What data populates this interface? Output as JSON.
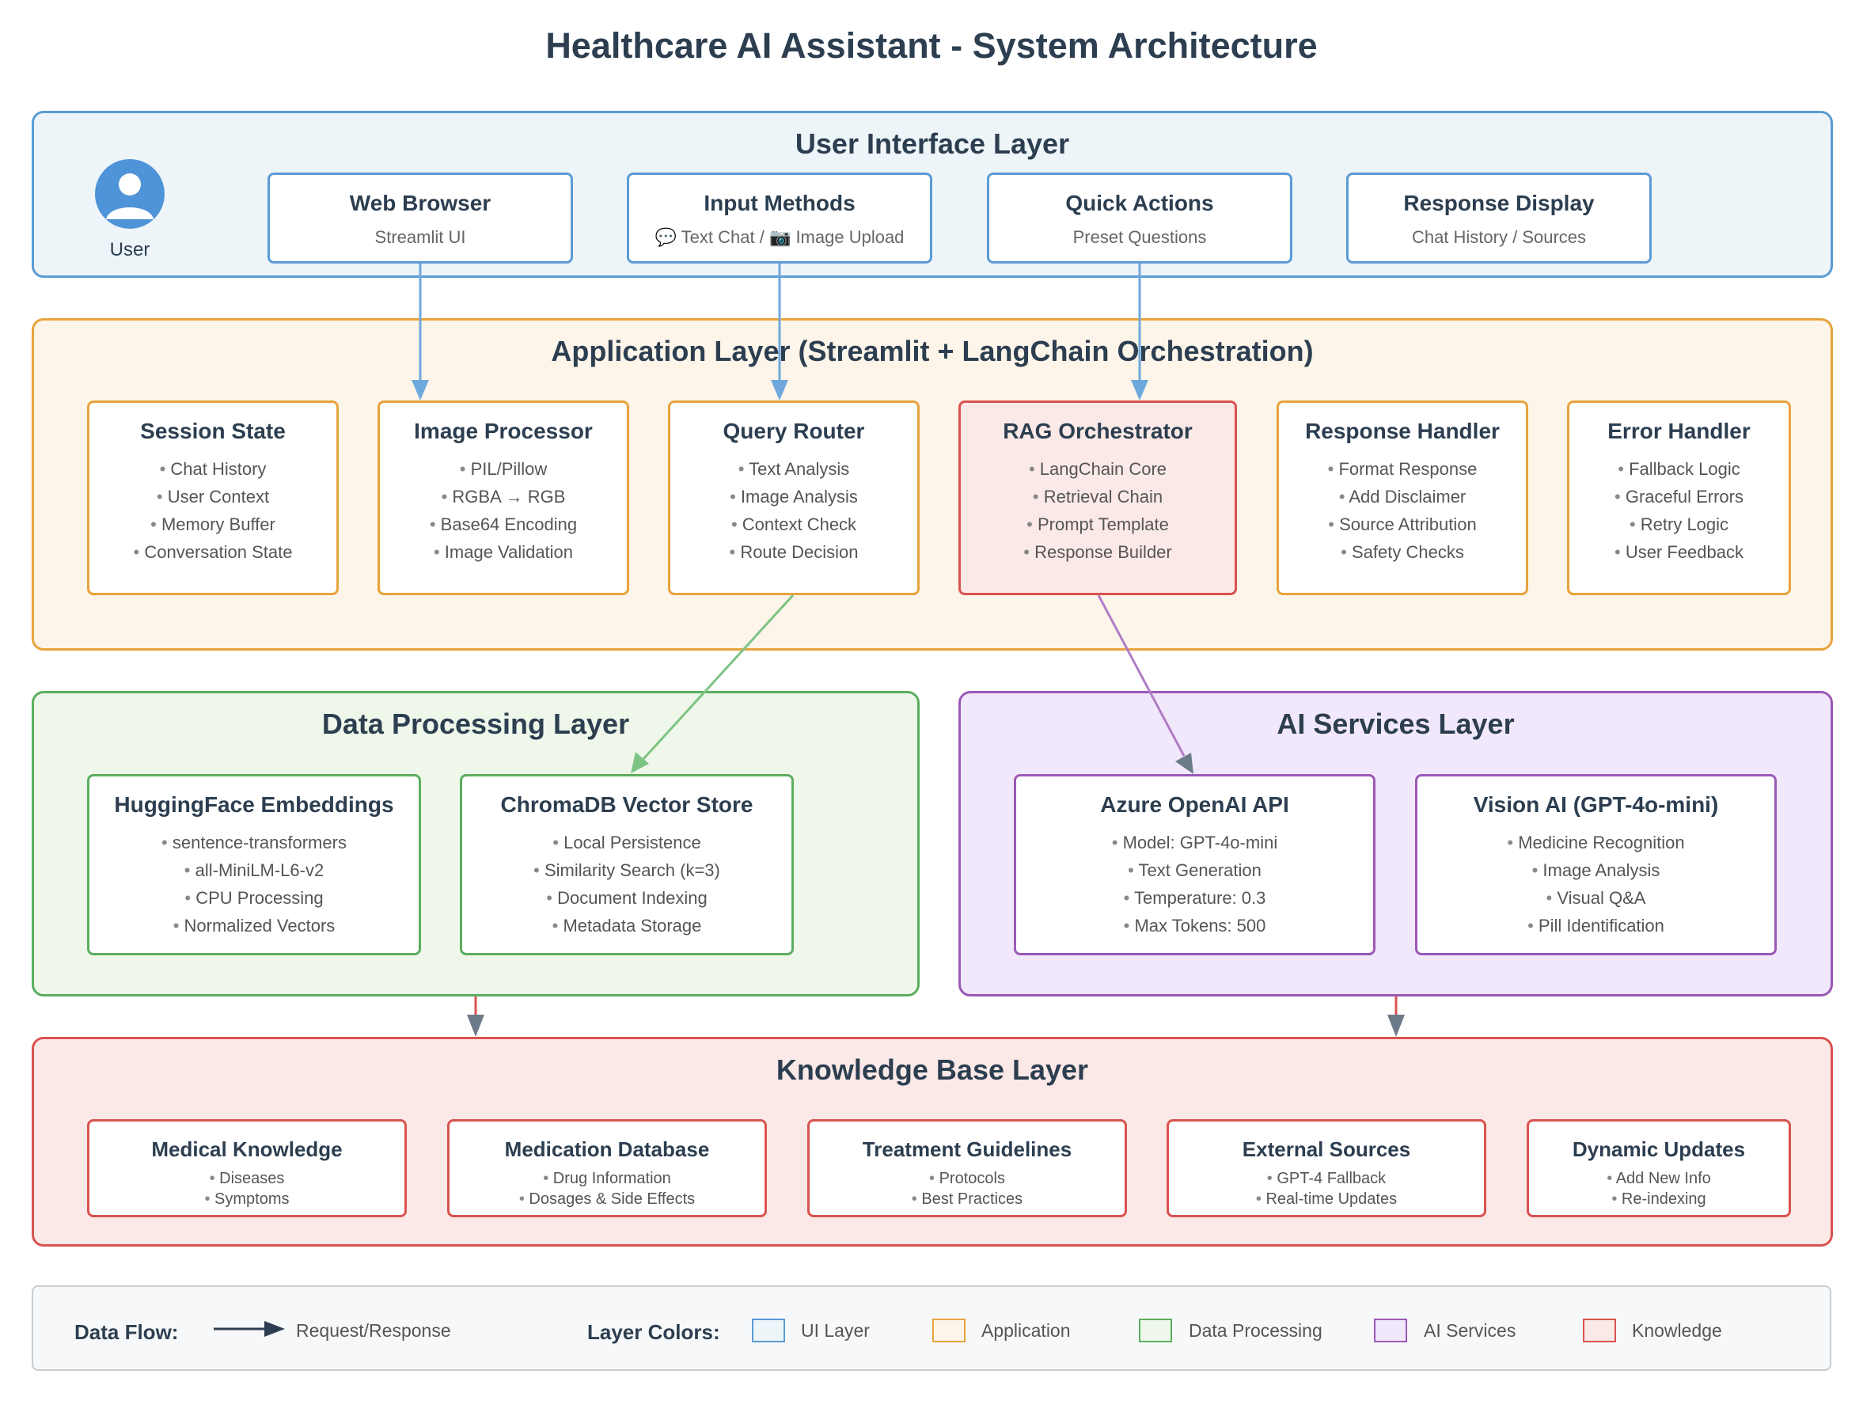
{
  "title": "Healthcare AI Assistant - System Architecture",
  "colors": {
    "ui": {
      "border": "#5b9bd5",
      "fill": "#eef5f9"
    },
    "app": {
      "border": "#e8a33d",
      "fill": "#fdf5e9"
    },
    "data": {
      "border": "#5cae5f",
      "fill": "#eef7ea"
    },
    "ai": {
      "border": "#9b59b6",
      "fill": "#f1e9fb"
    },
    "kb": {
      "border": "#d9534f",
      "fill": "#fbe9e7"
    }
  },
  "ui_layer": {
    "title": "User Interface Layer",
    "user_label": "User",
    "boxes": [
      {
        "title": "Web Browser",
        "subtitle": "Streamlit UI"
      },
      {
        "title": "Input Methods",
        "subtitle": "💬 Text Chat / 📷 Image Upload"
      },
      {
        "title": "Quick Actions",
        "subtitle": "Preset Questions"
      },
      {
        "title": "Response Display",
        "subtitle": "Chat History / Sources"
      }
    ]
  },
  "app_layer": {
    "title": "Application Layer (Streamlit + LangChain Orchestration)",
    "boxes": [
      {
        "title": "Session State",
        "items": [
          "Chat History",
          "User Context",
          "Memory Buffer",
          "Conversation State"
        ]
      },
      {
        "title": "Image Processor",
        "items": [
          "PIL/Pillow",
          "RGBA → RGB",
          "Base64 Encoding",
          "Image Validation"
        ]
      },
      {
        "title": "Query Router",
        "items": [
          "Text Analysis",
          "Image Analysis",
          "Context Check",
          "Route Decision"
        ]
      },
      {
        "title": "RAG Orchestrator",
        "items": [
          "LangChain Core",
          "Retrieval Chain",
          "Prompt Template",
          "Response Builder"
        ]
      },
      {
        "title": "Response Handler",
        "items": [
          "Format Response",
          "Add Disclaimer",
          "Source Attribution",
          "Safety Checks"
        ]
      },
      {
        "title": "Error Handler",
        "items": [
          "Fallback Logic",
          "Graceful Errors",
          "Retry Logic",
          "User Feedback"
        ]
      }
    ]
  },
  "data_layer": {
    "title": "Data Processing Layer",
    "boxes": [
      {
        "title": "HuggingFace Embeddings",
        "items": [
          "sentence-transformers",
          "all-MiniLM-L6-v2",
          "CPU Processing",
          "Normalized Vectors"
        ]
      },
      {
        "title": "ChromaDB Vector Store",
        "items": [
          "Local Persistence",
          "Similarity Search (k=3)",
          "Document Indexing",
          "Metadata Storage"
        ]
      }
    ]
  },
  "ai_layer": {
    "title": "AI Services Layer",
    "boxes": [
      {
        "title": "Azure OpenAI API",
        "items": [
          "Model: GPT-4o-mini",
          "Text Generation",
          "Temperature: 0.3",
          "Max Tokens: 500"
        ]
      },
      {
        "title": "Vision AI (GPT-4o-mini)",
        "items": [
          "Medicine Recognition",
          "Image Analysis",
          "Visual Q&A",
          "Pill Identification"
        ]
      }
    ]
  },
  "kb_layer": {
    "title": "Knowledge Base Layer",
    "boxes": [
      {
        "title": "Medical Knowledge",
        "items": [
          "Diseases",
          "Symptoms"
        ]
      },
      {
        "title": "Medication Database",
        "items": [
          "Drug Information",
          "Dosages & Side Effects"
        ]
      },
      {
        "title": "Treatment Guidelines",
        "items": [
          "Protocols",
          "Best Practices"
        ]
      },
      {
        "title": "External Sources",
        "items": [
          "GPT-4 Fallback",
          "Real-time Updates"
        ]
      },
      {
        "title": "Dynamic Updates",
        "items": [
          "Add New Info",
          "Re-indexing"
        ]
      }
    ]
  },
  "legend": {
    "data_flow_label": "Data Flow:",
    "data_flow_text": "Request/Response",
    "layer_colors_label": "Layer Colors:",
    "items": [
      "UI Layer",
      "Application",
      "Data Processing",
      "AI Services",
      "Knowledge"
    ]
  }
}
